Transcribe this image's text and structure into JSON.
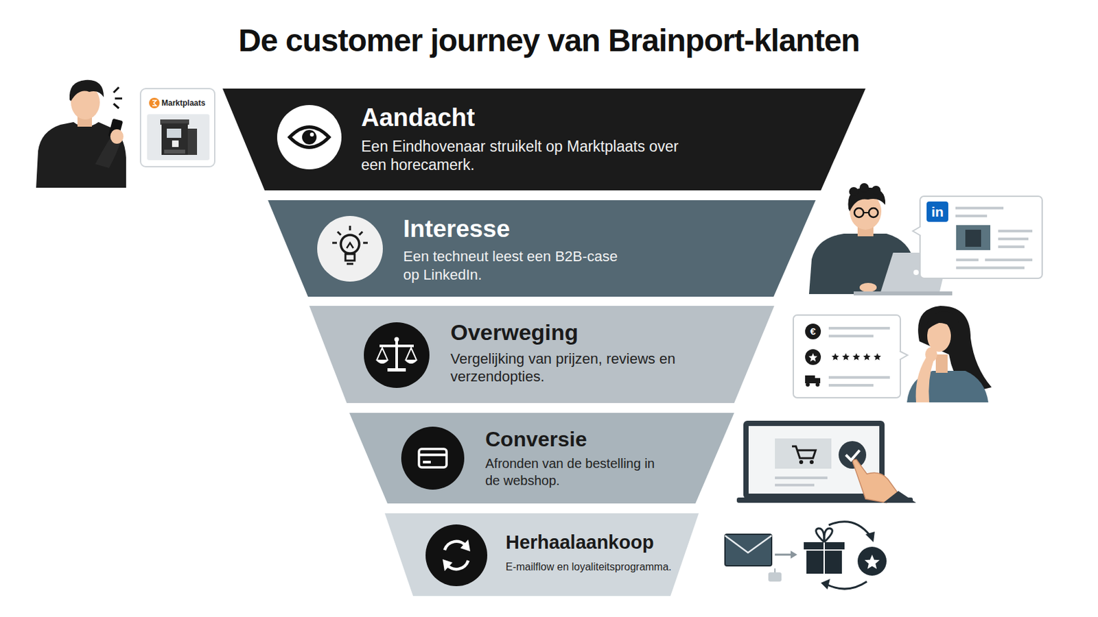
{
  "diagram": {
    "title": "De customer journey van Brainport-klanten",
    "nodes": [
      {
        "text": [
          "Aandacht",
          "Een Eindhovenaar struikelt op Marktplaats over een horecamerk."
        ]
      },
      {
        "text": [
          "Interesse",
          "Een techneut leest een B2B-case op LinkedIn."
        ]
      },
      {
        "text": [
          "Overweging",
          "Vergelijking van prijzen, reviews en verzendopties."
        ]
      },
      {
        "text": [
          "Conversie",
          "Afronden van de bestelling in de webshop."
        ]
      },
      {
        "text": [
          "Herhaalaankoop",
          "E-mailflow en loyaliteitsprogramma."
        ]
      }
    ],
    "labels": [
      "Marktplaats",
      "in",
      "€"
    ]
  }
}
